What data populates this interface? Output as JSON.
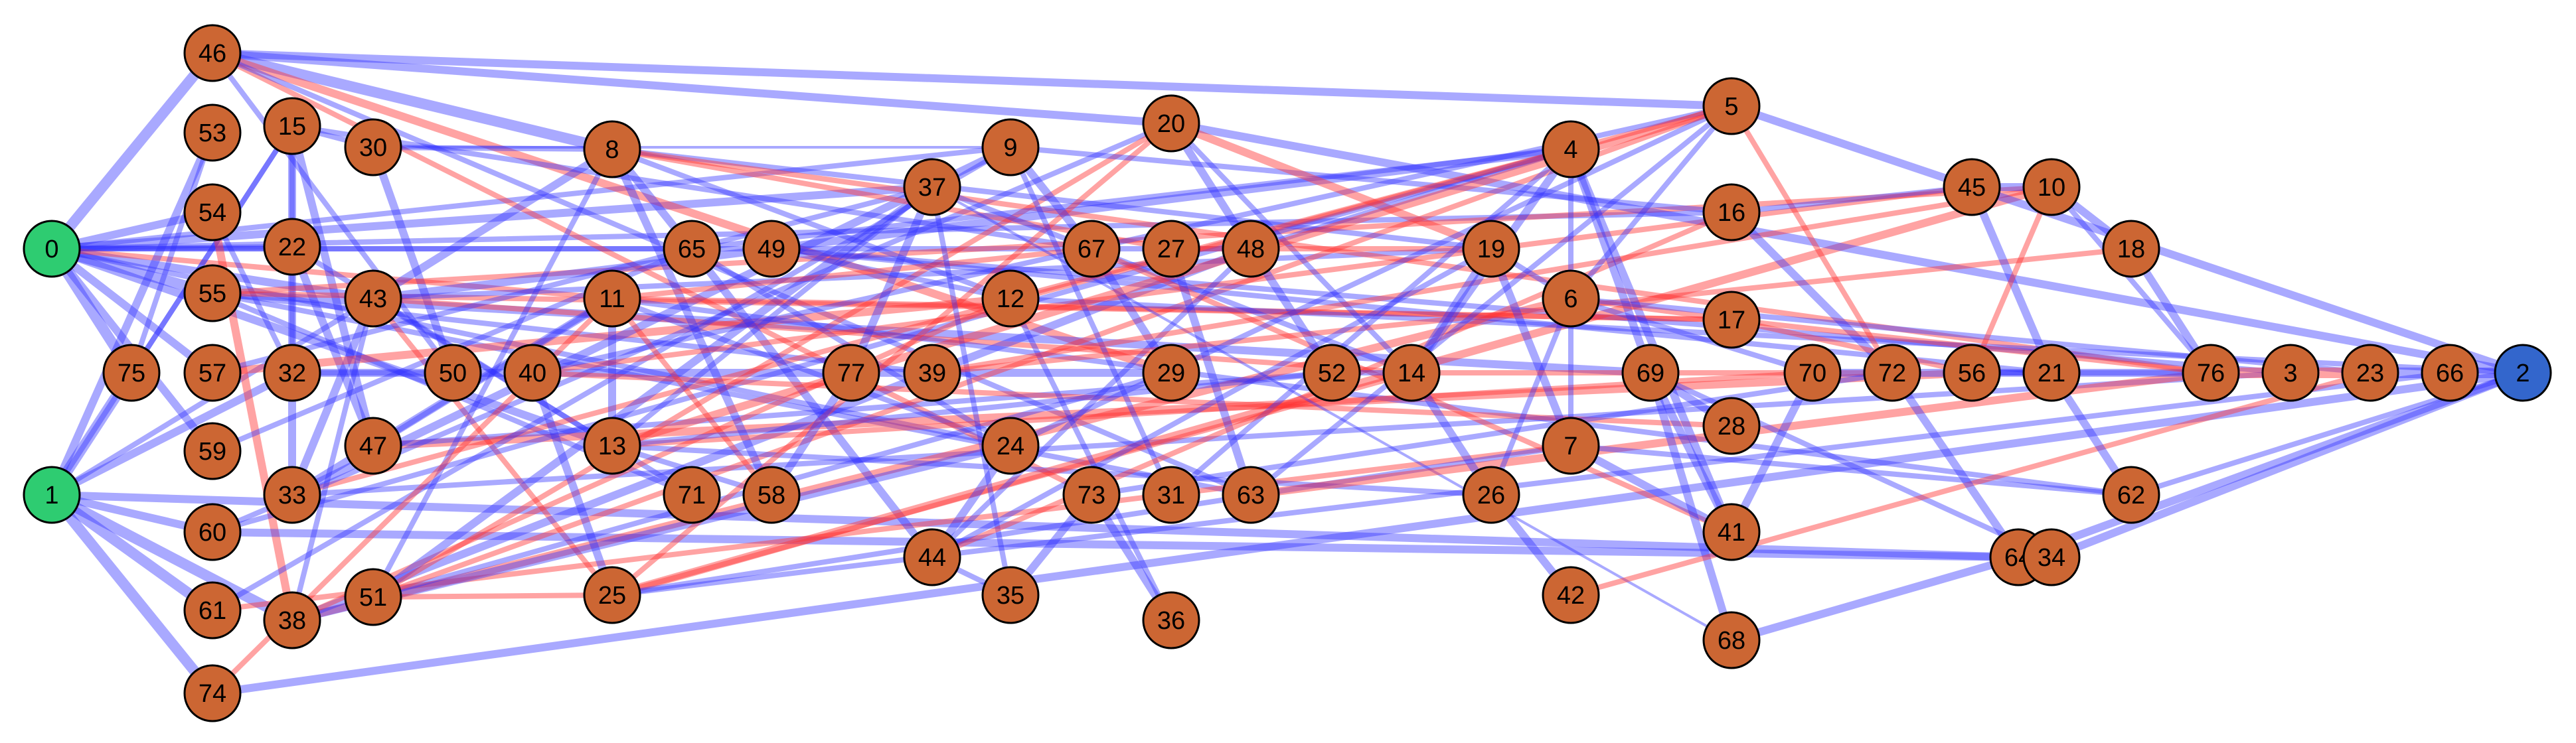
{
  "colors": {
    "source_node": "#2ecc71",
    "sink_node": "#3366cc",
    "inner_node": "#cc6633",
    "edge_blue": "#3333ff",
    "edge_red": "#ff3333"
  },
  "nodes": [
    {
      "id": "0",
      "type": "source"
    },
    {
      "id": "1",
      "type": "source"
    },
    {
      "id": "2",
      "type": "sink"
    },
    {
      "id": "46"
    },
    {
      "id": "53"
    },
    {
      "id": "15"
    },
    {
      "id": "30"
    },
    {
      "id": "54"
    },
    {
      "id": "22"
    },
    {
      "id": "55"
    },
    {
      "id": "43"
    },
    {
      "id": "75"
    },
    {
      "id": "57"
    },
    {
      "id": "32"
    },
    {
      "id": "50"
    },
    {
      "id": "59"
    },
    {
      "id": "47"
    },
    {
      "id": "33"
    },
    {
      "id": "60"
    },
    {
      "id": "61"
    },
    {
      "id": "38"
    },
    {
      "id": "51"
    },
    {
      "id": "74"
    },
    {
      "id": "8"
    },
    {
      "id": "65"
    },
    {
      "id": "49"
    },
    {
      "id": "11"
    },
    {
      "id": "40"
    },
    {
      "id": "13"
    },
    {
      "id": "71"
    },
    {
      "id": "58"
    },
    {
      "id": "25"
    },
    {
      "id": "37"
    },
    {
      "id": "9"
    },
    {
      "id": "20"
    },
    {
      "id": "67"
    },
    {
      "id": "27"
    },
    {
      "id": "48"
    },
    {
      "id": "12"
    },
    {
      "id": "77"
    },
    {
      "id": "39"
    },
    {
      "id": "29"
    },
    {
      "id": "24"
    },
    {
      "id": "73"
    },
    {
      "id": "31"
    },
    {
      "id": "63"
    },
    {
      "id": "44"
    },
    {
      "id": "35"
    },
    {
      "id": "36"
    },
    {
      "id": "4"
    },
    {
      "id": "5"
    },
    {
      "id": "19"
    },
    {
      "id": "16"
    },
    {
      "id": "6"
    },
    {
      "id": "17"
    },
    {
      "id": "52"
    },
    {
      "id": "14"
    },
    {
      "id": "69"
    },
    {
      "id": "7"
    },
    {
      "id": "28"
    },
    {
      "id": "26"
    },
    {
      "id": "42"
    },
    {
      "id": "41"
    },
    {
      "id": "68"
    },
    {
      "id": "70"
    },
    {
      "id": "72"
    },
    {
      "id": "45"
    },
    {
      "id": "10"
    },
    {
      "id": "18"
    },
    {
      "id": "56"
    },
    {
      "id": "21"
    },
    {
      "id": "76"
    },
    {
      "id": "3"
    },
    {
      "id": "23"
    },
    {
      "id": "66"
    },
    {
      "id": "62"
    },
    {
      "id": "64"
    },
    {
      "id": "34"
    }
  ],
  "edges": [
    [
      "0",
      "46",
      "b",
      4
    ],
    [
      "0",
      "54",
      "b",
      3
    ],
    [
      "0",
      "55",
      "b",
      4
    ],
    [
      "0",
      "75",
      "b",
      4
    ],
    [
      "0",
      "57",
      "b",
      3
    ],
    [
      "0",
      "59",
      "b",
      3
    ],
    [
      "0",
      "22",
      "b",
      2
    ],
    [
      "0",
      "43",
      "b",
      3
    ],
    [
      "0",
      "13",
      "b",
      3
    ],
    [
      "0",
      "24",
      "b",
      2
    ],
    [
      "0",
      "37",
      "b",
      3
    ],
    [
      "0",
      "16",
      "b",
      2
    ],
    [
      "0",
      "48",
      "b",
      2
    ],
    [
      "0",
      "11",
      "r",
      2
    ],
    [
      "0",
      "9",
      "b",
      2
    ],
    [
      "0",
      "65",
      "b",
      2
    ],
    [
      "1",
      "75",
      "b",
      4
    ],
    [
      "1",
      "53",
      "b",
      3
    ],
    [
      "1",
      "60",
      "b",
      3
    ],
    [
      "1",
      "61",
      "b",
      4
    ],
    [
      "1",
      "74",
      "b",
      4
    ],
    [
      "1",
      "38",
      "b",
      4
    ],
    [
      "1",
      "32",
      "b",
      3
    ],
    [
      "1",
      "64",
      "b",
      3
    ],
    [
      "1",
      "43",
      "b",
      2
    ],
    [
      "1",
      "15",
      "b",
      2
    ],
    [
      "46",
      "8",
      "b",
      4
    ],
    [
      "46",
      "5",
      "b",
      3
    ],
    [
      "46",
      "20",
      "b",
      3
    ],
    [
      "46",
      "29",
      "r",
      3
    ],
    [
      "46",
      "50",
      "b",
      2
    ],
    [
      "46",
      "73",
      "r",
      2
    ],
    [
      "46",
      "63",
      "b",
      2
    ],
    [
      "53",
      "75",
      "b",
      2
    ],
    [
      "15",
      "30",
      "b",
      2
    ],
    [
      "15",
      "47",
      "b",
      3
    ],
    [
      "15",
      "32",
      "b",
      2
    ],
    [
      "15",
      "33",
      "b",
      3
    ],
    [
      "15",
      "67",
      "b",
      2
    ],
    [
      "15",
      "75",
      "b",
      2
    ],
    [
      "30",
      "50",
      "b",
      3
    ],
    [
      "30",
      "8",
      "b",
      2
    ],
    [
      "30",
      "9",
      "b",
      1
    ],
    [
      "54",
      "38",
      "r",
      3
    ],
    [
      "54",
      "32",
      "b",
      2
    ],
    [
      "22",
      "47",
      "b",
      3
    ],
    [
      "22",
      "13",
      "b",
      2
    ],
    [
      "55",
      "69",
      "b",
      3
    ],
    [
      "55",
      "71",
      "b",
      2
    ],
    [
      "55",
      "39",
      "b",
      2
    ],
    [
      "55",
      "63",
      "b",
      2
    ],
    [
      "55",
      "17",
      "r",
      2
    ],
    [
      "55",
      "10",
      "r",
      2
    ],
    [
      "43",
      "25",
      "r",
      2
    ],
    [
      "43",
      "71",
      "b",
      2
    ],
    [
      "43",
      "8",
      "b",
      3
    ],
    [
      "43",
      "4",
      "b",
      3
    ],
    [
      "43",
      "19",
      "b",
      2
    ],
    [
      "43",
      "14",
      "r",
      2
    ],
    [
      "43",
      "33",
      "b",
      3
    ],
    [
      "57",
      "12",
      "r",
      3
    ],
    [
      "57",
      "37",
      "b",
      2
    ],
    [
      "32",
      "50",
      "b",
      2
    ],
    [
      "32",
      "29",
      "b",
      3
    ],
    [
      "59",
      "65",
      "b",
      2
    ],
    [
      "47",
      "56",
      "r",
      3
    ],
    [
      "47",
      "52",
      "b",
      2
    ],
    [
      "47",
      "11",
      "b",
      2
    ],
    [
      "33",
      "11",
      "b",
      3
    ],
    [
      "33",
      "3",
      "b",
      2
    ],
    [
      "33",
      "9",
      "b",
      3
    ],
    [
      "33",
      "5",
      "r",
      2
    ],
    [
      "60",
      "64",
      "b",
      3
    ],
    [
      "60",
      "4",
      "b",
      2
    ],
    [
      "60",
      "20",
      "b",
      2
    ],
    [
      "61",
      "9",
      "b",
      2
    ],
    [
      "61",
      "7",
      "r",
      2
    ],
    [
      "38",
      "43",
      "b",
      2
    ],
    [
      "38",
      "6",
      "r",
      3
    ],
    [
      "38",
      "24",
      "b",
      3
    ],
    [
      "38",
      "48",
      "b",
      3
    ],
    [
      "38",
      "12",
      "r",
      2
    ],
    [
      "51",
      "8",
      "b",
      2
    ],
    [
      "51",
      "29",
      "b",
      2
    ],
    [
      "51",
      "37",
      "b",
      3
    ],
    [
      "51",
      "5",
      "r",
      2
    ],
    [
      "51",
      "20",
      "r",
      2
    ],
    [
      "51",
      "25",
      "r",
      2
    ],
    [
      "74",
      "11",
      "r",
      2
    ],
    [
      "74",
      "2",
      "b",
      3
    ],
    [
      "8",
      "65",
      "b",
      3
    ],
    [
      "8",
      "58",
      "b",
      3
    ],
    [
      "8",
      "27",
      "r",
      2
    ],
    [
      "8",
      "12",
      "b",
      2
    ],
    [
      "8",
      "19",
      "b",
      2
    ],
    [
      "8",
      "76",
      "r",
      2
    ],
    [
      "65",
      "44",
      "b",
      3
    ],
    [
      "65",
      "24",
      "b",
      2
    ],
    [
      "65",
      "4",
      "b",
      2
    ],
    [
      "49",
      "12",
      "b",
      2
    ],
    [
      "49",
      "3",
      "b",
      2
    ],
    [
      "49",
      "21",
      "b",
      2
    ],
    [
      "11",
      "13",
      "b",
      3
    ],
    [
      "11",
      "67",
      "r",
      2
    ],
    [
      "11",
      "17",
      "r",
      2
    ],
    [
      "11",
      "58",
      "r",
      2
    ],
    [
      "11",
      "24",
      "b",
      2
    ],
    [
      "11",
      "62",
      "b",
      2
    ],
    [
      "40",
      "25",
      "b",
      3
    ],
    [
      "40",
      "45",
      "r",
      2
    ],
    [
      "40",
      "5",
      "b",
      2
    ],
    [
      "40",
      "28",
      "r",
      2
    ],
    [
      "13",
      "58",
      "b",
      2
    ],
    [
      "13",
      "26",
      "b",
      2
    ],
    [
      "13",
      "37",
      "b",
      2
    ],
    [
      "13",
      "70",
      "r",
      2
    ],
    [
      "13",
      "52",
      "b",
      2
    ],
    [
      "25",
      "10",
      "r",
      3
    ],
    [
      "25",
      "20",
      "r",
      2
    ],
    [
      "25",
      "14",
      "r",
      2
    ],
    [
      "25",
      "66",
      "b",
      2
    ],
    [
      "25",
      "7",
      "b",
      2
    ],
    [
      "37",
      "77",
      "b",
      3
    ],
    [
      "37",
      "68",
      "b",
      1
    ],
    [
      "37",
      "14",
      "b",
      2
    ],
    [
      "37",
      "35",
      "b",
      2
    ],
    [
      "9",
      "67",
      "b",
      3
    ],
    [
      "9",
      "31",
      "b",
      2
    ],
    [
      "9",
      "16",
      "b",
      2
    ],
    [
      "20",
      "48",
      "b",
      3
    ],
    [
      "20",
      "2",
      "b",
      3
    ],
    [
      "20",
      "19",
      "r",
      3
    ],
    [
      "20",
      "14",
      "b",
      2
    ],
    [
      "67",
      "29",
      "b",
      3
    ],
    [
      "67",
      "41",
      "r",
      2
    ],
    [
      "27",
      "63",
      "b",
      3
    ],
    [
      "27",
      "19",
      "r",
      2
    ],
    [
      "48",
      "52",
      "b",
      3
    ],
    [
      "48",
      "4",
      "b",
      2
    ],
    [
      "48",
      "44",
      "b",
      2
    ],
    [
      "12",
      "36",
      "b",
      2
    ],
    [
      "12",
      "4",
      "r",
      2
    ],
    [
      "12",
      "2",
      "b",
      2
    ],
    [
      "77",
      "58",
      "b",
      3
    ],
    [
      "39",
      "10",
      "r",
      2
    ],
    [
      "39",
      "18",
      "r",
      2
    ],
    [
      "24",
      "44",
      "b",
      3
    ],
    [
      "24",
      "5",
      "b",
      2
    ],
    [
      "73",
      "35",
      "b",
      3
    ],
    [
      "73",
      "36",
      "b",
      3
    ],
    [
      "73",
      "72",
      "b",
      2
    ],
    [
      "31",
      "4",
      "b",
      2
    ],
    [
      "63",
      "76",
      "r",
      3
    ],
    [
      "44",
      "35",
      "b",
      2
    ],
    [
      "44",
      "19",
      "b",
      2
    ],
    [
      "44",
      "16",
      "r",
      2
    ],
    [
      "4",
      "69",
      "b",
      3
    ],
    [
      "4",
      "41",
      "b",
      3
    ],
    [
      "4",
      "14",
      "b",
      3
    ],
    [
      "4",
      "7",
      "b",
      2
    ],
    [
      "5",
      "45",
      "b",
      3
    ],
    [
      "5",
      "63",
      "b",
      2
    ],
    [
      "5",
      "6",
      "b",
      2
    ],
    [
      "5",
      "13",
      "r",
      3
    ],
    [
      "5",
      "72",
      "r",
      2
    ],
    [
      "19",
      "14",
      "b",
      3
    ],
    [
      "19",
      "7",
      "b",
      3
    ],
    [
      "19",
      "6",
      "b",
      2
    ],
    [
      "16",
      "45",
      "b",
      2
    ],
    [
      "16",
      "72",
      "b",
      3
    ],
    [
      "6",
      "17",
      "r",
      2
    ],
    [
      "6",
      "26",
      "b",
      2
    ],
    [
      "6",
      "70",
      "b",
      2
    ],
    [
      "6",
      "23",
      "b",
      2
    ],
    [
      "14",
      "52",
      "b",
      2
    ],
    [
      "14",
      "26",
      "b",
      3
    ],
    [
      "14",
      "72",
      "r",
      2
    ],
    [
      "69",
      "28",
      "b",
      3
    ],
    [
      "69",
      "41",
      "b",
      3
    ],
    [
      "69",
      "68",
      "b",
      3
    ],
    [
      "69",
      "34",
      "b",
      2
    ],
    [
      "7",
      "41",
      "b",
      3
    ],
    [
      "7",
      "62",
      "b",
      2
    ],
    [
      "26",
      "42",
      "b",
      3
    ],
    [
      "42",
      "23",
      "r",
      2
    ],
    [
      "41",
      "70",
      "b",
      3
    ],
    [
      "68",
      "64",
      "b",
      3
    ],
    [
      "45",
      "10",
      "b",
      3
    ],
    [
      "45",
      "21",
      "b",
      3
    ],
    [
      "45",
      "2",
      "b",
      3
    ],
    [
      "10",
      "18",
      "b",
      3
    ],
    [
      "10",
      "76",
      "b",
      2
    ],
    [
      "10",
      "56",
      "r",
      2
    ],
    [
      "18",
      "76",
      "b",
      3
    ],
    [
      "72",
      "64",
      "b",
      3
    ],
    [
      "56",
      "76",
      "b",
      2
    ],
    [
      "21",
      "62",
      "b",
      3
    ],
    [
      "76",
      "3",
      "r",
      4
    ],
    [
      "3",
      "23",
      "r",
      4
    ],
    [
      "23",
      "66",
      "b",
      4
    ],
    [
      "66",
      "2",
      "b",
      4
    ],
    [
      "64",
      "2",
      "b",
      3
    ],
    [
      "34",
      "2",
      "b",
      3
    ],
    [
      "62",
      "2",
      "b",
      2
    ],
    [
      "70",
      "76",
      "b",
      3
    ],
    [
      "56",
      "21",
      "b",
      2
    ],
    [
      "17",
      "56",
      "r",
      2
    ],
    [
      "17",
      "76",
      "r",
      2
    ]
  ]
}
